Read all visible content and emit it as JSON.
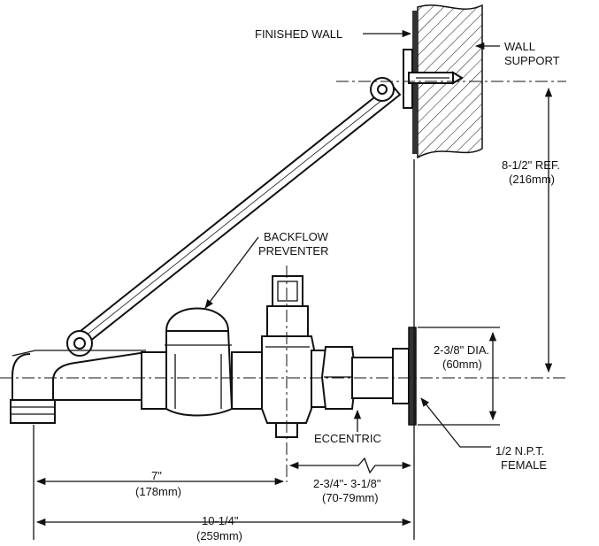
{
  "labels": {
    "finished_wall": "FINISHED WALL",
    "wall_support_1": "WALL",
    "wall_support_2": "SUPPORT",
    "ref_1": "8-1/2\" REF.",
    "ref_2": "(216mm)",
    "backflow_1": "BACKFLOW",
    "backflow_2": "PREVENTER",
    "dia_1": "2-3/8\" DIA.",
    "dia_2": "(60mm)",
    "eccentric": "ECCENTRIC",
    "npt_1": "1/2 N.P.T.",
    "npt_2": "FEMALE",
    "dim7_1": "7\"",
    "dim7_2": "(178mm)",
    "ecc_range_1": "2-3/4\"- 3-1/8\"",
    "ecc_range_2": "(70-79mm)",
    "dim10_1": "10-1/4\"",
    "dim10_2": "(259mm)"
  }
}
